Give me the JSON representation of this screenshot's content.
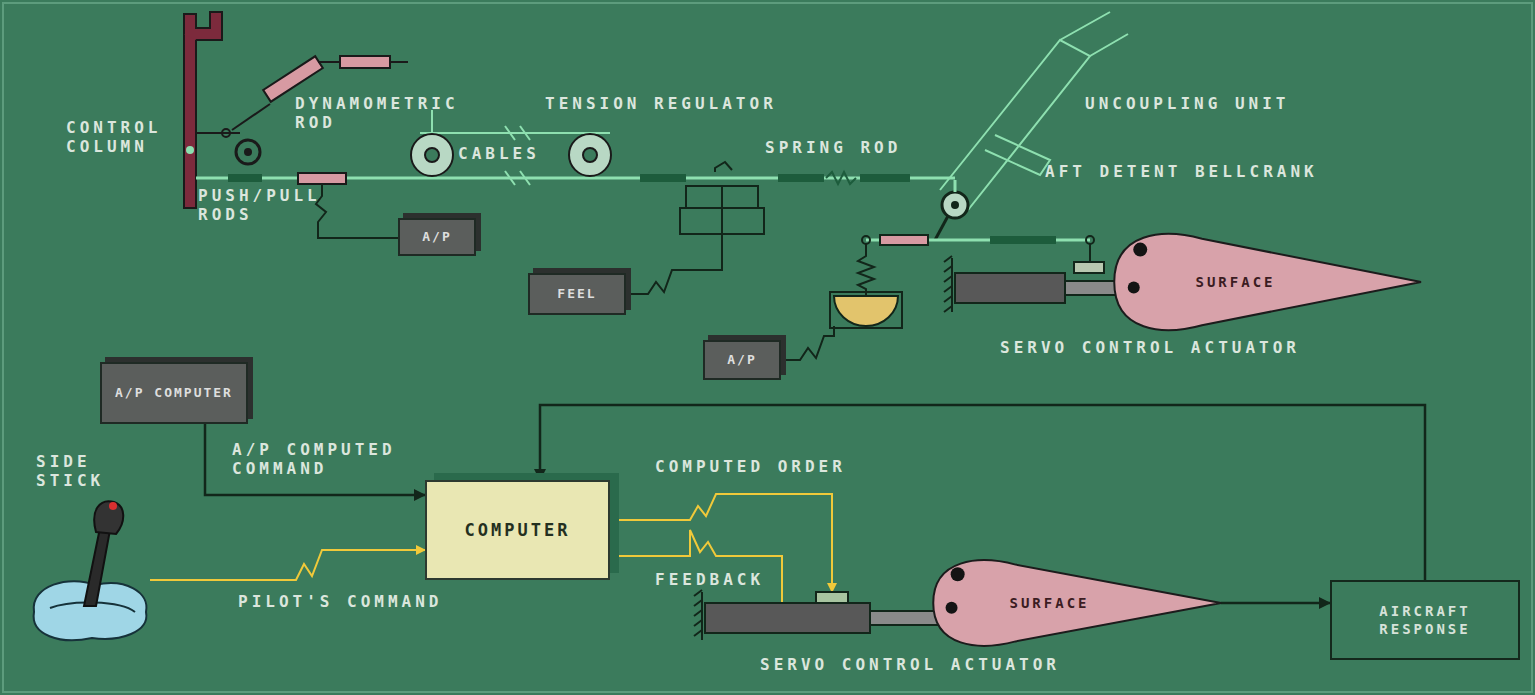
{
  "diagram": {
    "nodes": [
      {
        "text": [
          "A/P"
        ]
      },
      {
        "text": [
          "FEEL"
        ]
      },
      {
        "text": [
          "SURFACE"
        ]
      },
      {
        "text": [
          "A/P"
        ]
      },
      {
        "text": [
          "A/P COMPUTER"
        ]
      },
      {
        "text": [
          "COMPUTER"
        ]
      },
      {
        "text": [
          "SURFACE"
        ]
      },
      {
        "text": [
          "AIRCRAFT RESPONSE"
        ]
      }
    ],
    "edges": [
      {
        "from": 4,
        "to": 5,
        "label": "A/P COMPUTED COMMAND",
        "arrow": "to"
      },
      {
        "from": 6,
        "to": 7,
        "arrow": "to"
      },
      {
        "from": 7,
        "to": 5,
        "arrow": "to"
      }
    ],
    "labels": [
      "CONTROL COLUMN",
      "DYNAMOMETRIC ROD",
      "TENSION REGULATOR",
      "CABLES",
      "SPRING ROD",
      "UNCOUPLING UNIT",
      "AFT DETENT BELLCRANK",
      "PUSH/PULL RODS",
      "SERVO CONTROL ACTUATOR",
      "SIDE STICK",
      "COMPUTED ORDER",
      "FEEDBACK",
      "PILOT'S COMMAND",
      "SERVO CONTROL ACTUATOR"
    ]
  }
}
